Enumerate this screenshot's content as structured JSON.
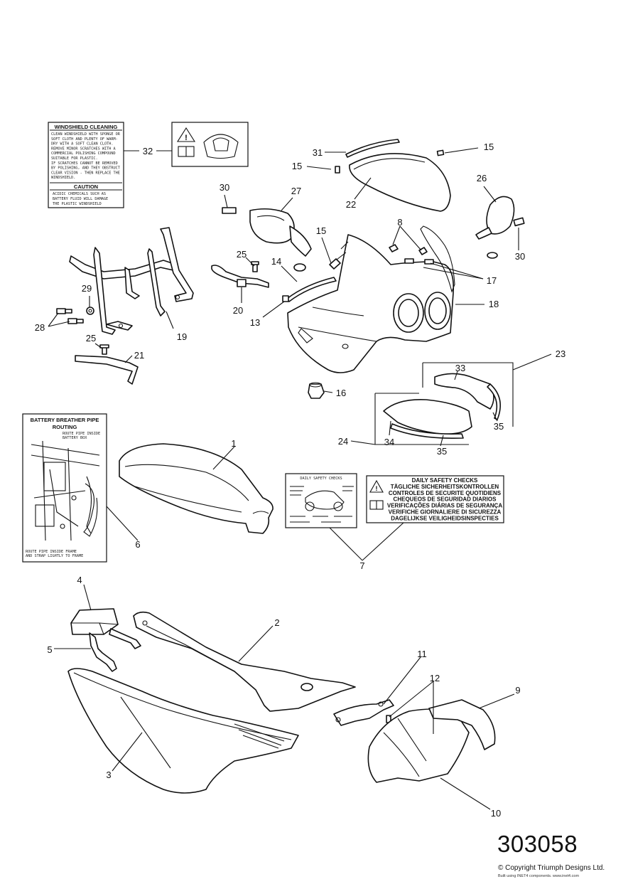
{
  "diagram_number": "303058",
  "copyright": "© Copyright Triumph Designs Ltd.",
  "built_using": "Built using INET4 components. www.inet4.com",
  "callouts": [
    "1",
    "2",
    "3",
    "4",
    "5",
    "6",
    "7",
    "8",
    "9",
    "10",
    "11",
    "12",
    "13",
    "14",
    "15",
    "16",
    "17",
    "18",
    "19",
    "20",
    "21",
    "22",
    "23",
    "24",
    "25",
    "26",
    "27",
    "28",
    "29",
    "30",
    "31",
    "32",
    "33",
    "34",
    "35"
  ],
  "labels": {
    "windshield": {
      "title": "WINDSHIELD CLEANING",
      "body": [
        "CLEAN WINDSHIELD WITH SPONGE OR",
        "SOFT CLOTH AND PLENTY OF WARM-",
        "DRY WITH A SOFT CLEAN CLOTH.",
        "REMOVE MINOR SCRATCHES WITH A",
        "COMMERCIAL POLISHING COMPOUND",
        "SUITABLE FOR PLASTIC.",
        "IF SCRATCHES CANNOT BE REMOVED",
        "BY POLISHING, AND THEY OBSTRUCT",
        "CLEAR VISION - THEN REPLACE THE",
        "WINDSHIELD."
      ],
      "caution_title": "CAUTION",
      "caution_body": [
        "ACIDIC CHEMICALS SUCH AS",
        "BATTERY FLUID WILL DAMAGE",
        "THE PLASTIC WINDSHIELD"
      ]
    },
    "battery": {
      "title": [
        "BATTERY BREATHER PIPE",
        "ROUTING"
      ],
      "note_top": [
        "ROUTE PIPE INSIDE",
        "BATTERY BOX"
      ],
      "note_bottom": [
        "ROUTE PIPE INSIDE FRAME",
        "AND STRAP LIGHTLY TO FRAME"
      ]
    },
    "safety_small_title": "DAILY SAFETY CHECKS",
    "safety": [
      "DAILY SAFETY CHECKS",
      "TÄGLICHE SICHERHEITSKONTROLLEN",
      "CONTROLES DE SECURITE QUOTIDIENS",
      "CHEQUEOS DE SEGURIDAD DIARIOS",
      "VERIFICAÇÕES DIÁRIAS DE SEGURANÇA",
      "VERIFICHE GIORNALIERE DI SICUREZZA",
      "DAGELIJKSE VEILIGHEIDSINSPECTIES"
    ]
  }
}
